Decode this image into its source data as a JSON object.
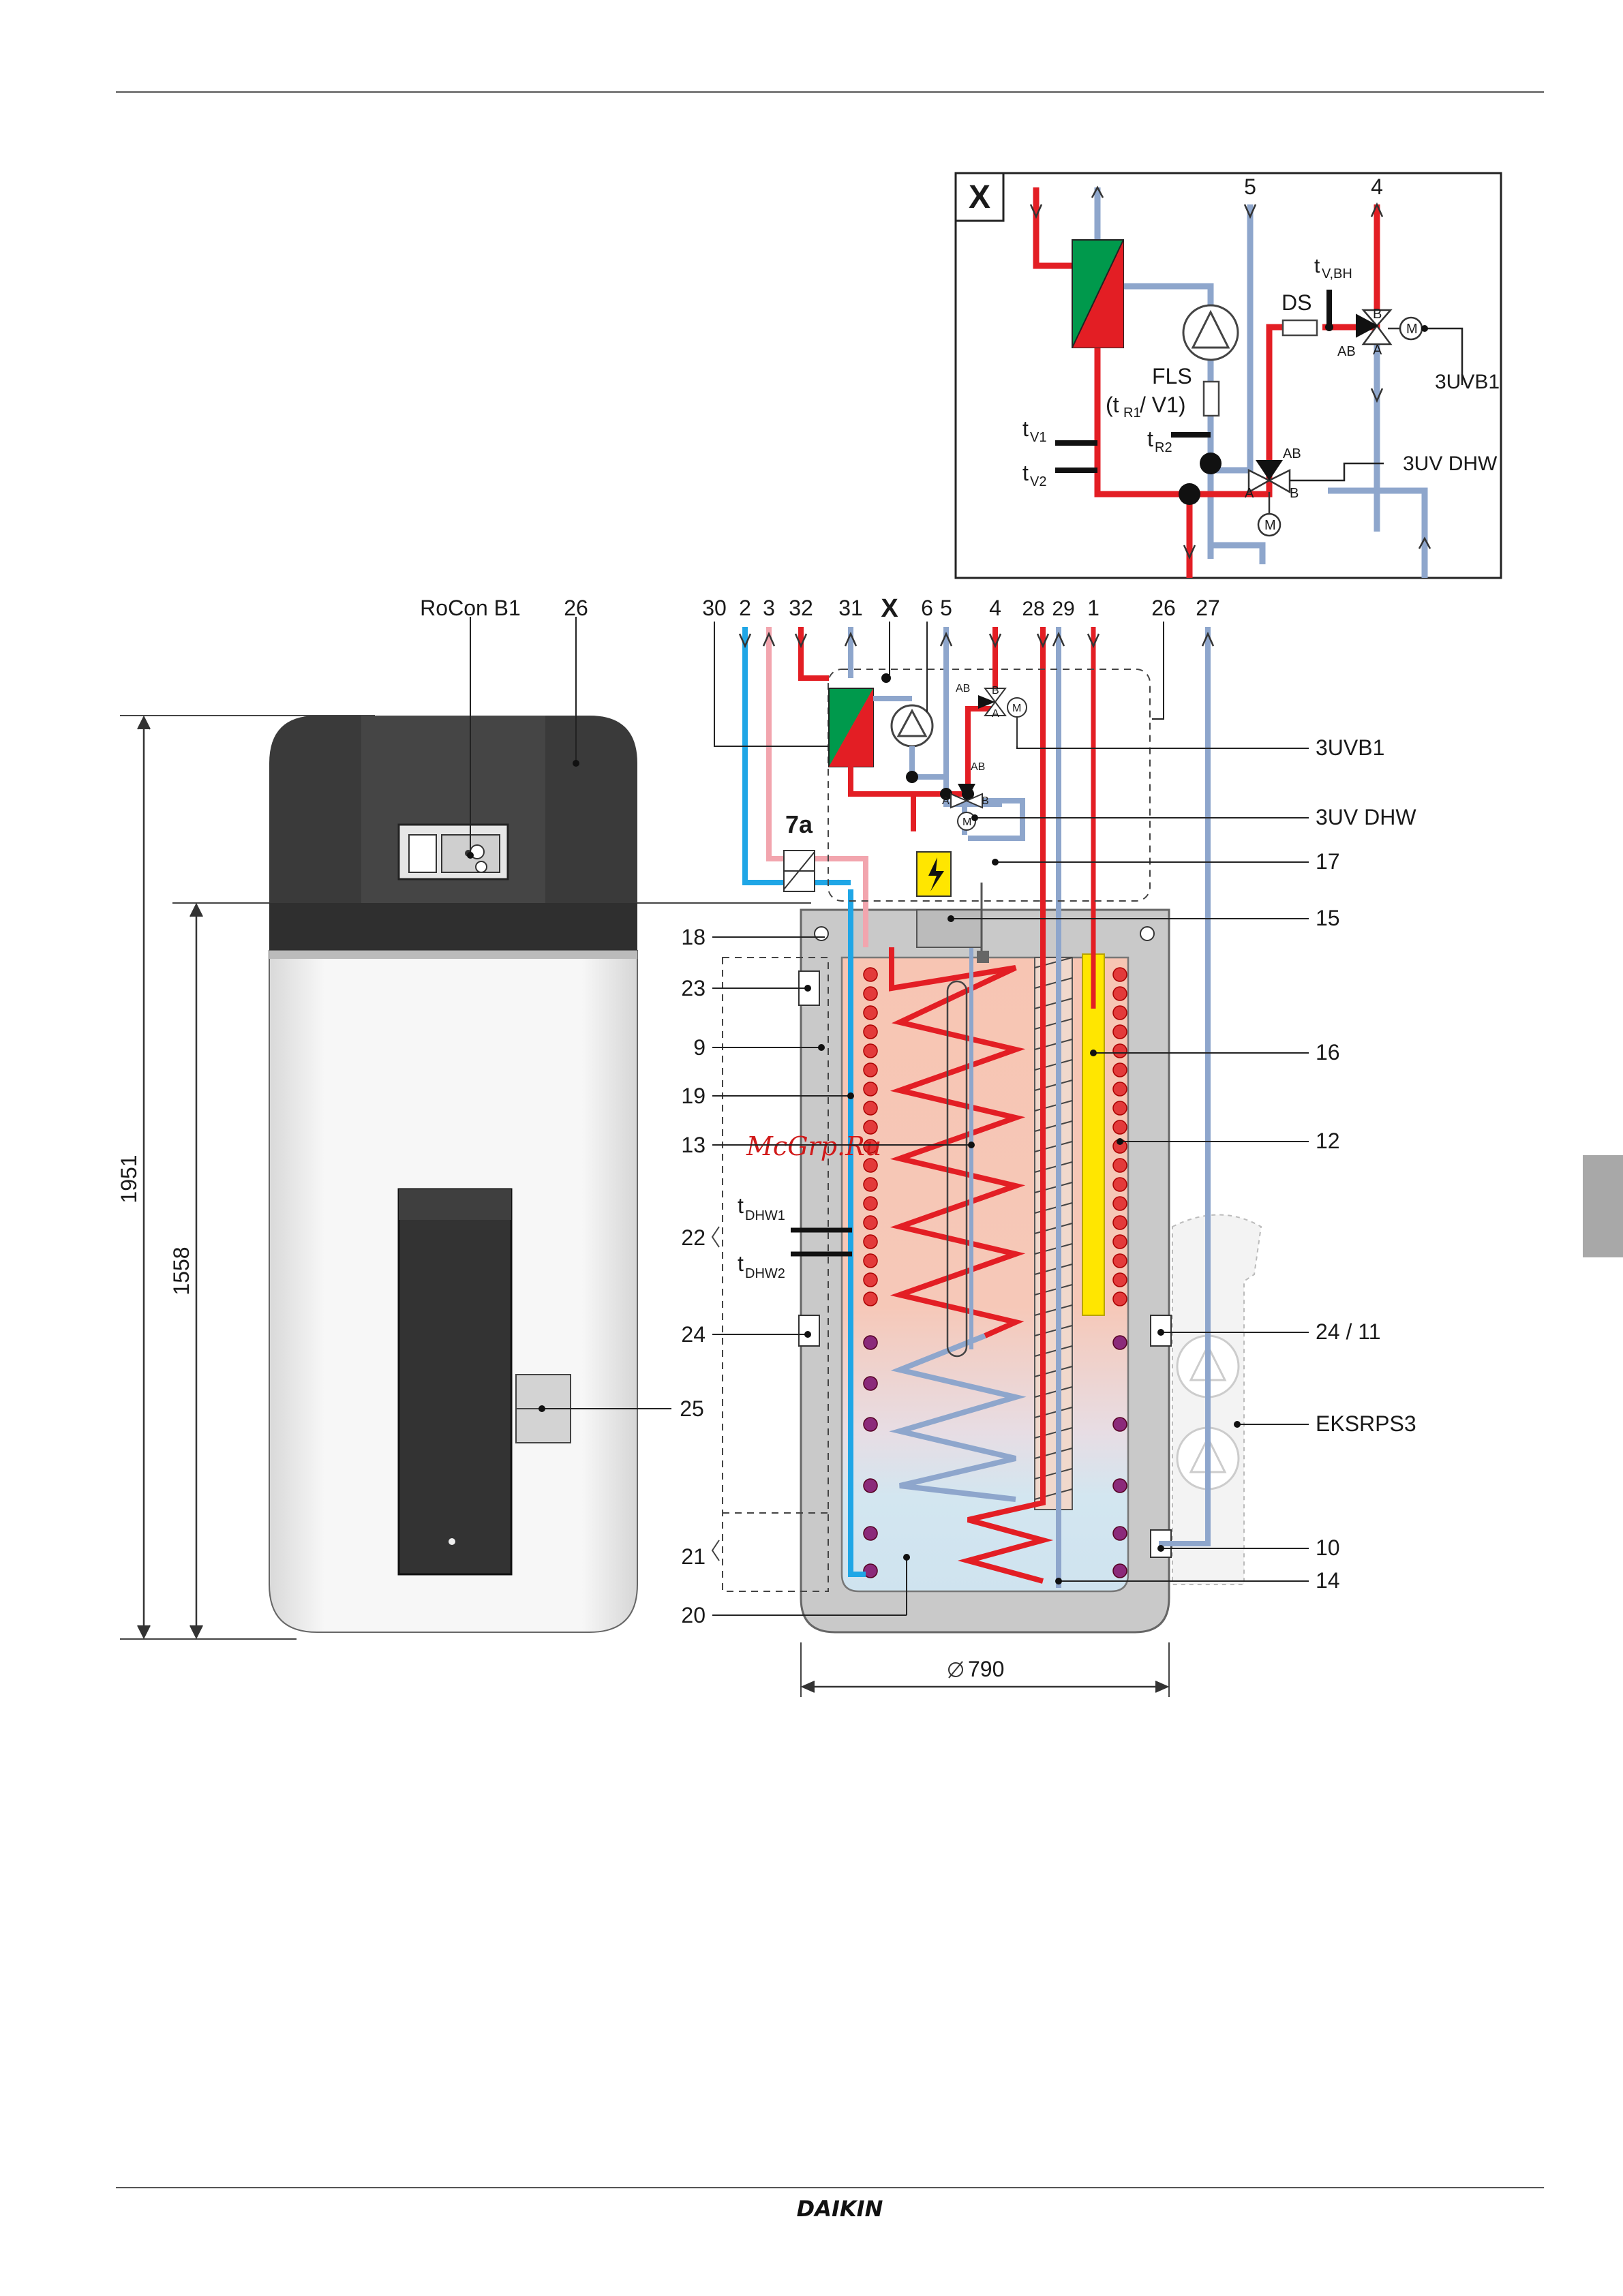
{
  "brand": {
    "name": "DAIKIN"
  },
  "watermark": "McGrp.Ru",
  "dimensions": {
    "total_height": "1951",
    "tank_height": "1558",
    "diameter": "790"
  },
  "inset": {
    "title": "X",
    "labels": {
      "n5": "5",
      "n4": "4",
      "tvbh": "t",
      "tvbh_sub": "V,BH",
      "ds": "DS",
      "ab1": "AB",
      "b1": "B",
      "a1": "A",
      "m": "M",
      "uvb1": "3UVB1",
      "fls": "FLS",
      "fls_paren_open": "(t",
      "fls_paren_sub": "R1",
      "fls_paren_rest": " / V1)",
      "tv1": "t",
      "tv1_sub": "V1",
      "tv2": "t",
      "tv2_sub": "V2",
      "tr2": "t",
      "tr2_sub": "R2",
      "ab2": "AB",
      "a2": "A",
      "b2": "B",
      "uvdhw": "3UV DHW"
    }
  },
  "unit_labels": {
    "rocon": "RoCon B1",
    "n26a": "26"
  },
  "top_labels": [
    "30",
    "2",
    "3",
    "32",
    "31",
    "X",
    "6",
    "5",
    "4",
    "28",
    "29",
    "1",
    "26",
    "27"
  ],
  "diagram_small": {
    "ab_a": "AB",
    "b": "B",
    "a": "A",
    "m": "M",
    "ab_b": "AB",
    "a2": "A",
    "b2": "B",
    "m2": "M",
    "n7a": "7a"
  },
  "right_labels": {
    "uvb1": "3UVB1",
    "uvdhw": "3UV DHW",
    "n17": "17",
    "n15": "15",
    "n16": "16",
    "n12": "12",
    "n24_11": "24 / 11",
    "eksrps3": "EKSRPS3",
    "n10": "10",
    "n14": "14"
  },
  "left_labels": {
    "n18": "18",
    "n23": "23",
    "n9": "9",
    "n19": "19",
    "n13": "13",
    "n22": "22",
    "tdhw1": "t",
    "tdhw1_sub": "DHW1",
    "tdhw2": "t",
    "tdhw2_sub": "DHW2",
    "n24": "24",
    "n25": "25",
    "n21": "21",
    "n20": "20"
  },
  "colors": {
    "hot": "#e31e24",
    "cold": "#8ea6cc",
    "fresh": "#1fa6e6",
    "pink": "#f2a5ae",
    "gray_shell": "#c9c9c9",
    "dark_unit": "#3a3a3a",
    "yellow": "#ffe600",
    "green": "#00994c"
  }
}
